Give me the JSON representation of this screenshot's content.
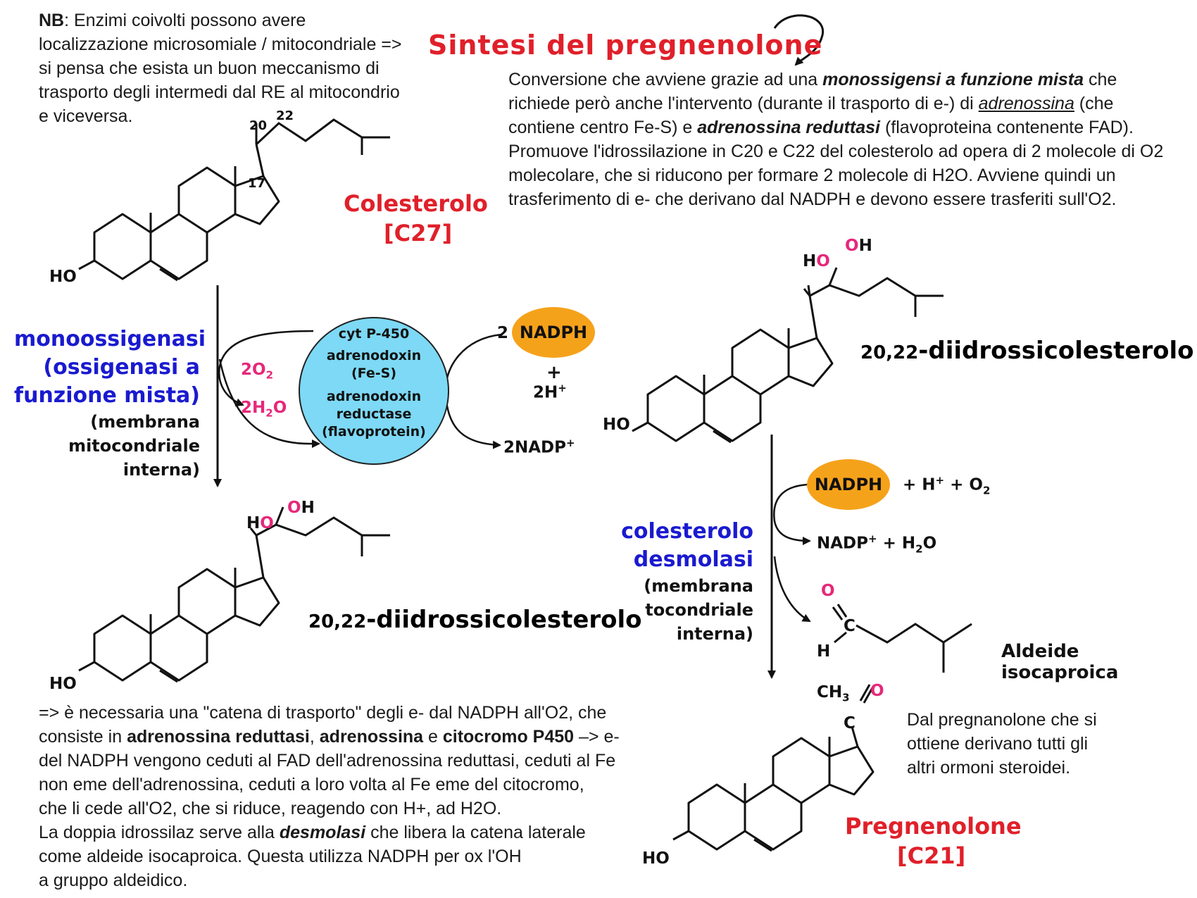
{
  "title": "Sintesi del pregnenolone",
  "nb_note": {
    "prefix": "NB",
    "text": ": Enzimi coivolti possono avere localizzazione microsomiale / mitocondriale => si pensa che esista un buon meccanismo di trasporto degli intermedi dal RE al mitocondrio e viceversa."
  },
  "intro": {
    "p1": "Conversione che avviene grazie ad una ",
    "b1": "monossigensi a funzione mista",
    "p2": " che richiede però anche l'intervento (durante il trasporto di e-) di ",
    "u1": "adrenossina",
    "p3": " (che contiene centro Fe-S) e ",
    "b2": "adrenossina reduttasi",
    "p4": " (flavoproteina contenente FAD). Promuove l'idrossilazione in C20 e C22 del colesterolo ad opera di 2 molecole di O2 molecolare, che si riducono per formare 2 molecole di H2O. Avviene quindi un trasferimento di e- che derivano dal NADPH e devono essere trasferiti sull'O2."
  },
  "cholesterol": {
    "name": "Colesterolo",
    "carbons": "[C27]",
    "c20": "20",
    "c22": "22",
    "c17": "17",
    "ho": "HO"
  },
  "step1": {
    "enzyme_line1": "monoossigenasi",
    "enzyme_line2": "(ossigenasi a",
    "enzyme_line3": "funzione mista)",
    "loc_line1": "(membrana",
    "loc_line2": "mitocondriale",
    "loc_line3": "interna)",
    "o2": "2O",
    "o2_sub": "2",
    "h2o_pre": "2H",
    "h2o_sub": "2",
    "h2o_post": "O",
    "cyto_lines": [
      "cyt P-450",
      "adrenodoxin",
      "(Fe-S)",
      "adrenodoxin",
      "reductase",
      "(flavoprotein)"
    ],
    "nadph_coef": "2",
    "nadph": "NADPH",
    "plus": "+",
    "h_plus": "2H",
    "h_plus_sup": "+",
    "nadp_out": "2NADP",
    "nadp_out_sup": "+"
  },
  "diol_right": {
    "num": "20,22",
    "name": "-diidrossicolesterolo",
    "h": "H",
    "o": "O",
    "oh_o": "O",
    "oh_h": "H",
    "ho": "HO"
  },
  "diol_left": {
    "num": "20,22",
    "name": "-diidrossicolesterolo",
    "h": "H",
    "o": "O",
    "oh_o": "O",
    "oh_h": "H",
    "ho": "HO"
  },
  "step2": {
    "enzyme_line1": "colesterolo",
    "enzyme_line2": "desmolasi",
    "loc_line1": "(membrana",
    "loc_line2": "tocondriale",
    "loc_line3": "interna)",
    "nadph": "NADPH",
    "inputs": "+ H",
    "inputs_sup": "+",
    "inputs2": " + O",
    "inputs2_sub": "2",
    "out1": "NADP",
    "out1_sup": "+",
    "out2": " +  H",
    "out2_sub": "2",
    "out3": "O"
  },
  "aldehyde": {
    "name": "Aldeide isocaproica",
    "o": "O",
    "c": "C",
    "h": "H"
  },
  "pregnenolone": {
    "name": "Pregnenolone",
    "carbons": "[C21]",
    "ch3": "CH",
    "ch3_sub": "3",
    "o": "O",
    "c": "C",
    "ho": "HO"
  },
  "pregnenolone_note": "Dal pregnanolone che si ottiene derivano tutti gli altri ormoni steroidei.",
  "bottom_note": {
    "l1": "=> è necessaria una \"catena di trasporto\" degli e- dal NADPH all'O2, che",
    "l2a": "consiste in ",
    "l2b": "adrenossina reduttasi",
    "l2c": ", ",
    "l2d": "adrenossina",
    "l2e": " e ",
    "l2f": "citocromo P450",
    "l2g": " –> e-",
    "l3": "del NADPH vengono ceduti al FAD dell'adrenossina reduttasi, ceduti al Fe",
    "l4": "non eme dell'adrenossina, ceduti a loro volta al Fe eme del citocromo,",
    "l5": "che li cede all'O2, che si riduce, reagendo con H+, ad H2O.",
    "l6a": "La doppia idrossilaz serve alla ",
    "l6b": "desmolasi",
    "l6c": " che libera la catena laterale",
    "l7": "come aldeide isocaproica. Questa utilizza NADPH per ox l'OH",
    "l8": "a gruppo aldeidico."
  },
  "colors": {
    "title": "#e0202a",
    "enzyme": "#1a1ad0",
    "nadph_oval": "#f5a21b",
    "cytochrome": "#7dd9f5",
    "oxygen": "#e6287a"
  }
}
